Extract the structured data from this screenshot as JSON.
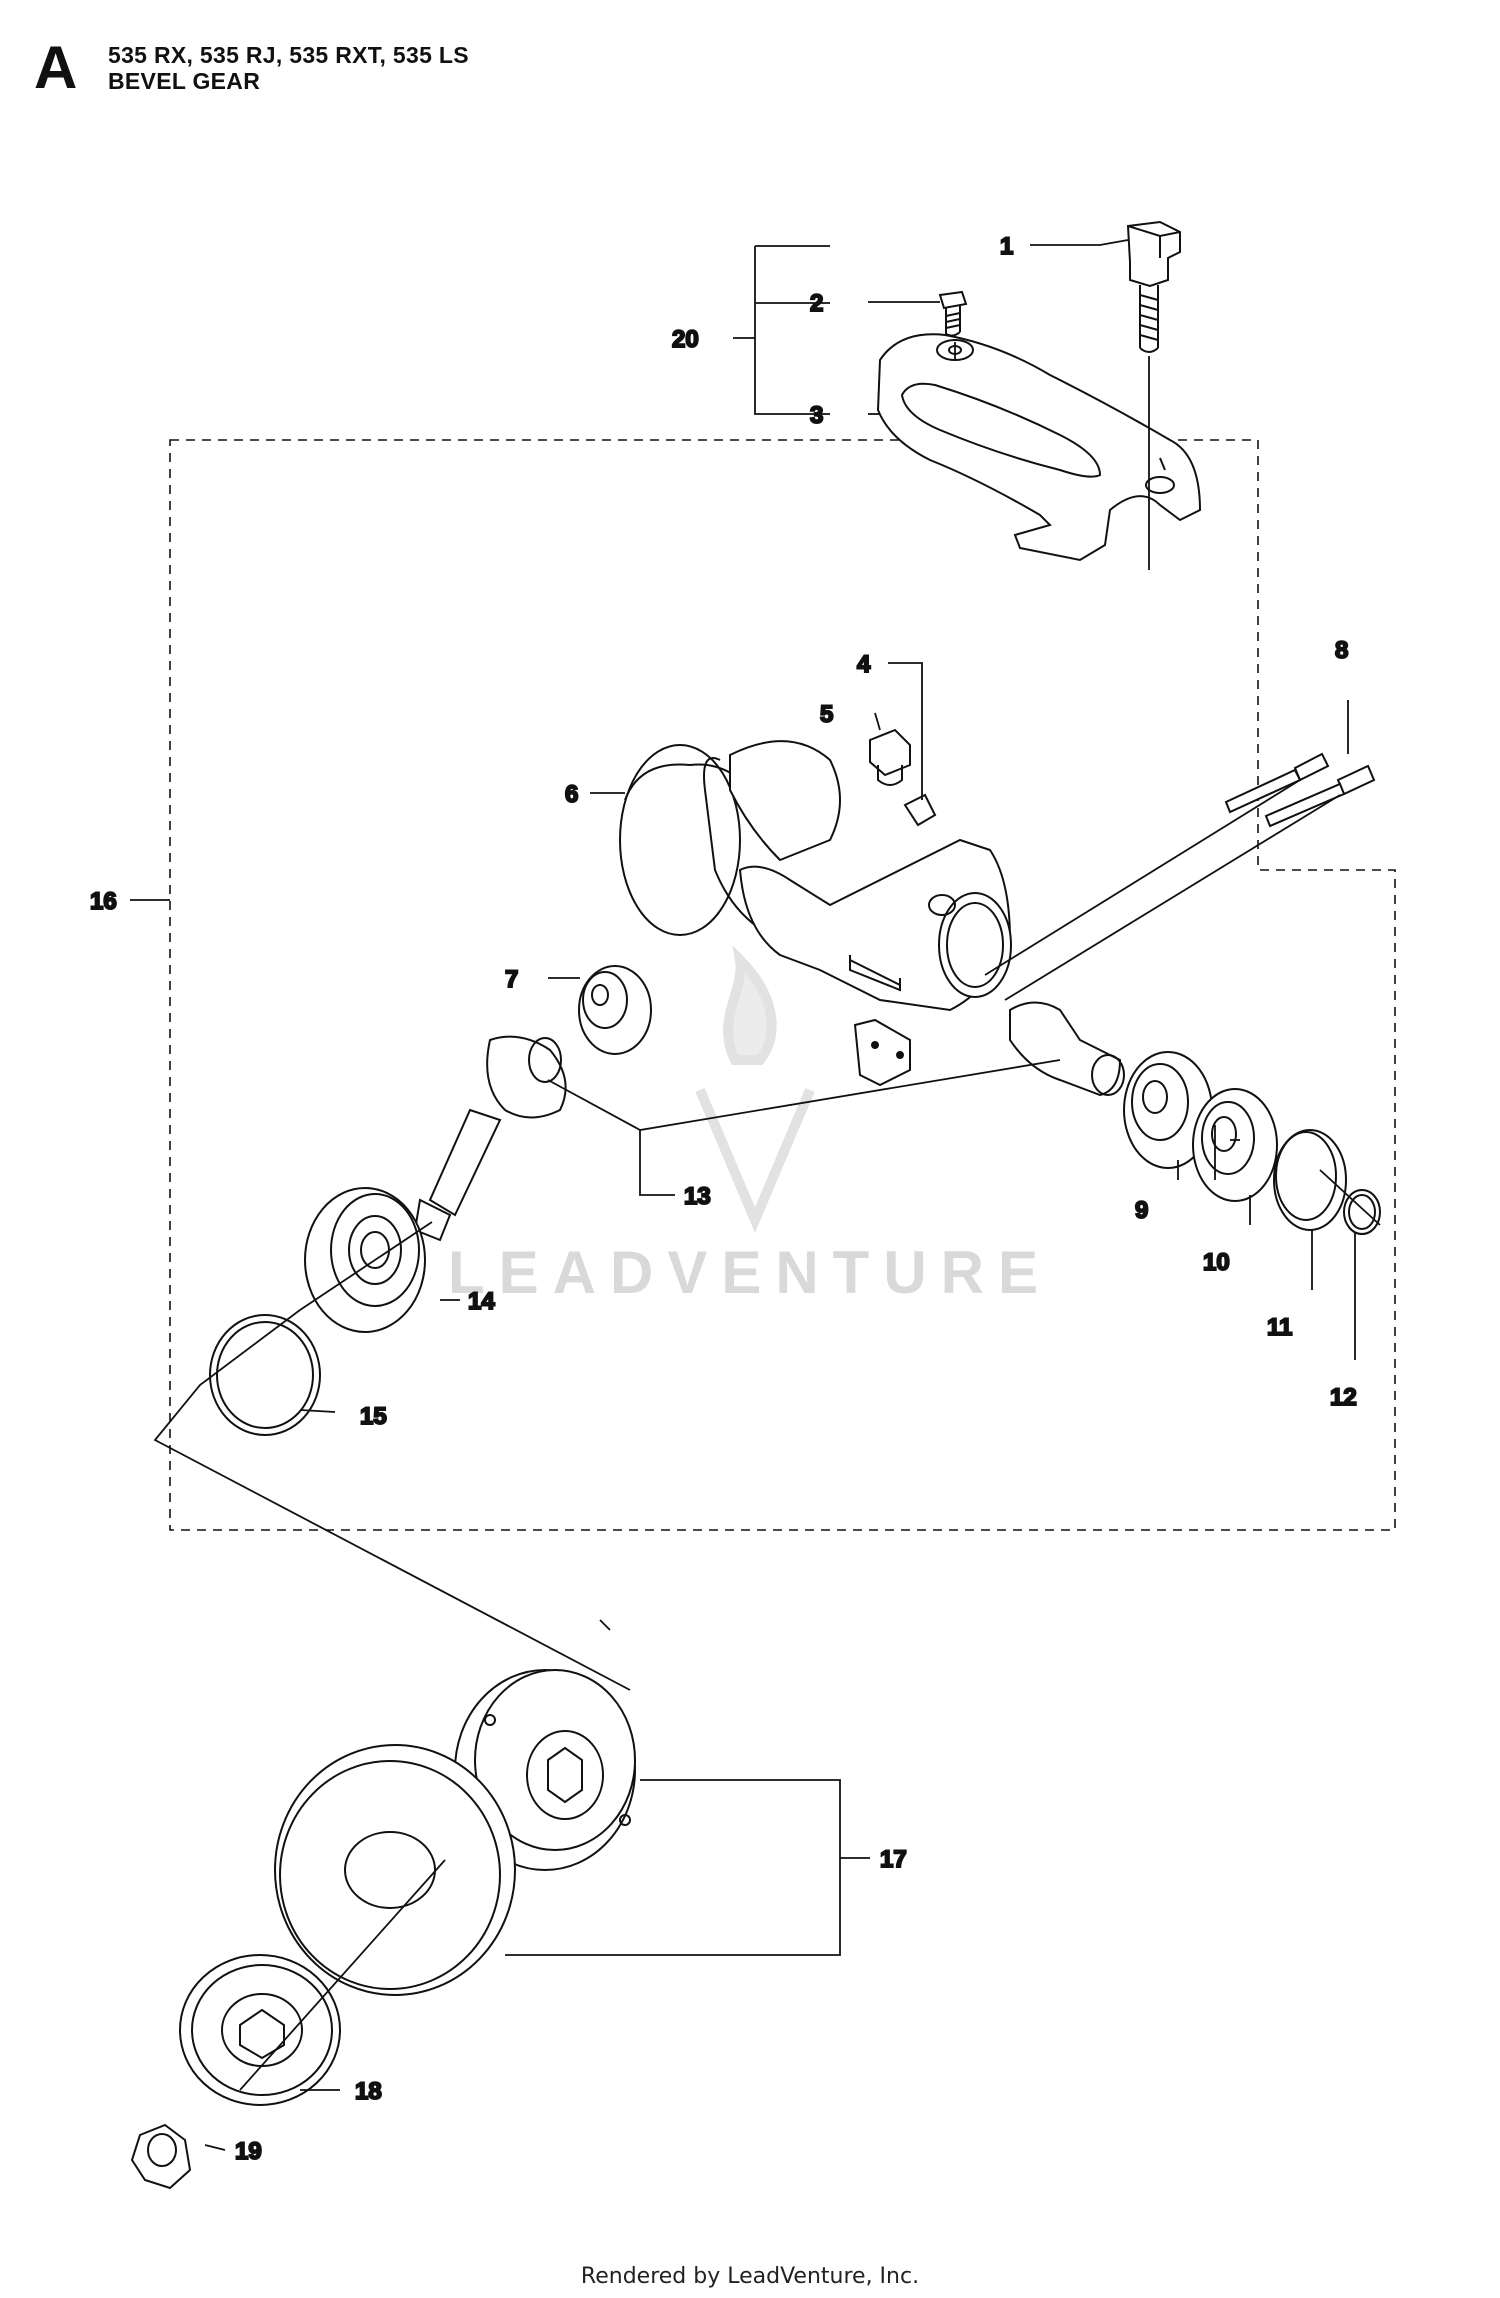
{
  "header": {
    "section_letter": "A",
    "models": "535 RX, 535 RJ, 535 RXT, 535 LS",
    "title": "BEVEL GEAR"
  },
  "watermark": "LEADVENTURE",
  "footer": "Rendered by LeadVenture, Inc.",
  "callouts": [
    "1",
    "2",
    "3",
    "4",
    "5",
    "6",
    "7",
    "8",
    "9",
    "10",
    "11",
    "12",
    "13",
    "14",
    "15",
    "16",
    "17",
    "18",
    "19",
    "20"
  ]
}
